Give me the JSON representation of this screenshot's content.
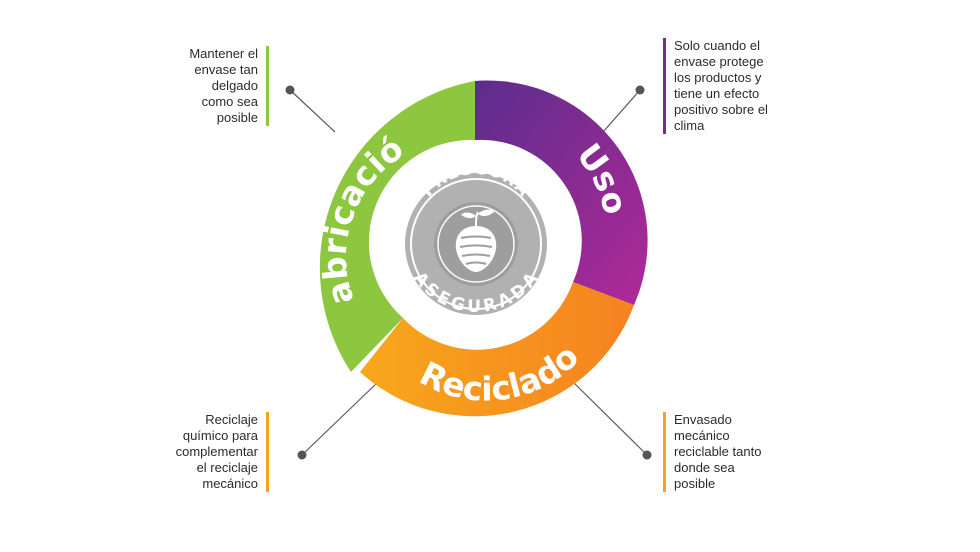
{
  "segments": {
    "fabricacion": {
      "label": "Fabricación",
      "color": "#8dc63f"
    },
    "uso": {
      "label": "Uso",
      "color": "#8a2b91"
    },
    "reciclado": {
      "label": "Reciclado",
      "color": "#f5a31a"
    }
  },
  "seal": {
    "top_text": "FRESCURA",
    "bottom_text": "ASEGURADA",
    "icon": "sprouting-seed-icon"
  },
  "notes": {
    "fabricacion": "Mantener el\nenvase tan\ndelgado\ncomo sea\nposible",
    "uso": "Solo cuando el\nenvase protege\nlos productos y\ntiene un efecto\npositivo sobre el\nclima",
    "reciclado": "Reciclaje\nquímico para\ncomplementar\nel reciclaje\nmecánico",
    "envasado": "Envasado\nmecánico\nreciclable tanto\ndonde sea\nposible"
  }
}
